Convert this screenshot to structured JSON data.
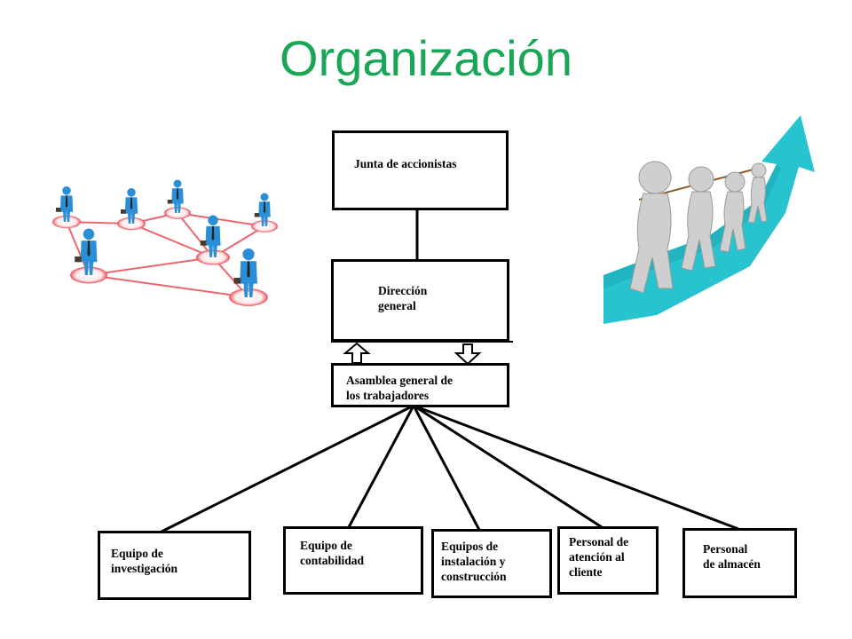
{
  "title": "Organización",
  "nodes": {
    "junta": "Junta de accionistas",
    "direccion": "Dirección\ngeneral",
    "asamblea": "Asamblea general de\nlos trabajadores",
    "investigacion": "Equipo de\ninvestigación",
    "contabilidad": "Equipo de\ncontabilidad",
    "instalacion": "Equipos de\ninstalación y\nconstrucción",
    "atencion": "Personal de\natención al\ncliente",
    "almacen": "Personal\nde almacén"
  },
  "colors": {
    "title": "#1aa657",
    "network_figure": "#2b8fd8",
    "network_link": "#e94b55",
    "arrow": "#27c4d0",
    "people": "#cfcfcf"
  },
  "images": {
    "left": "people-network-illustration",
    "right": "team-pulling-rope-on-rising-arrow-illustration"
  }
}
